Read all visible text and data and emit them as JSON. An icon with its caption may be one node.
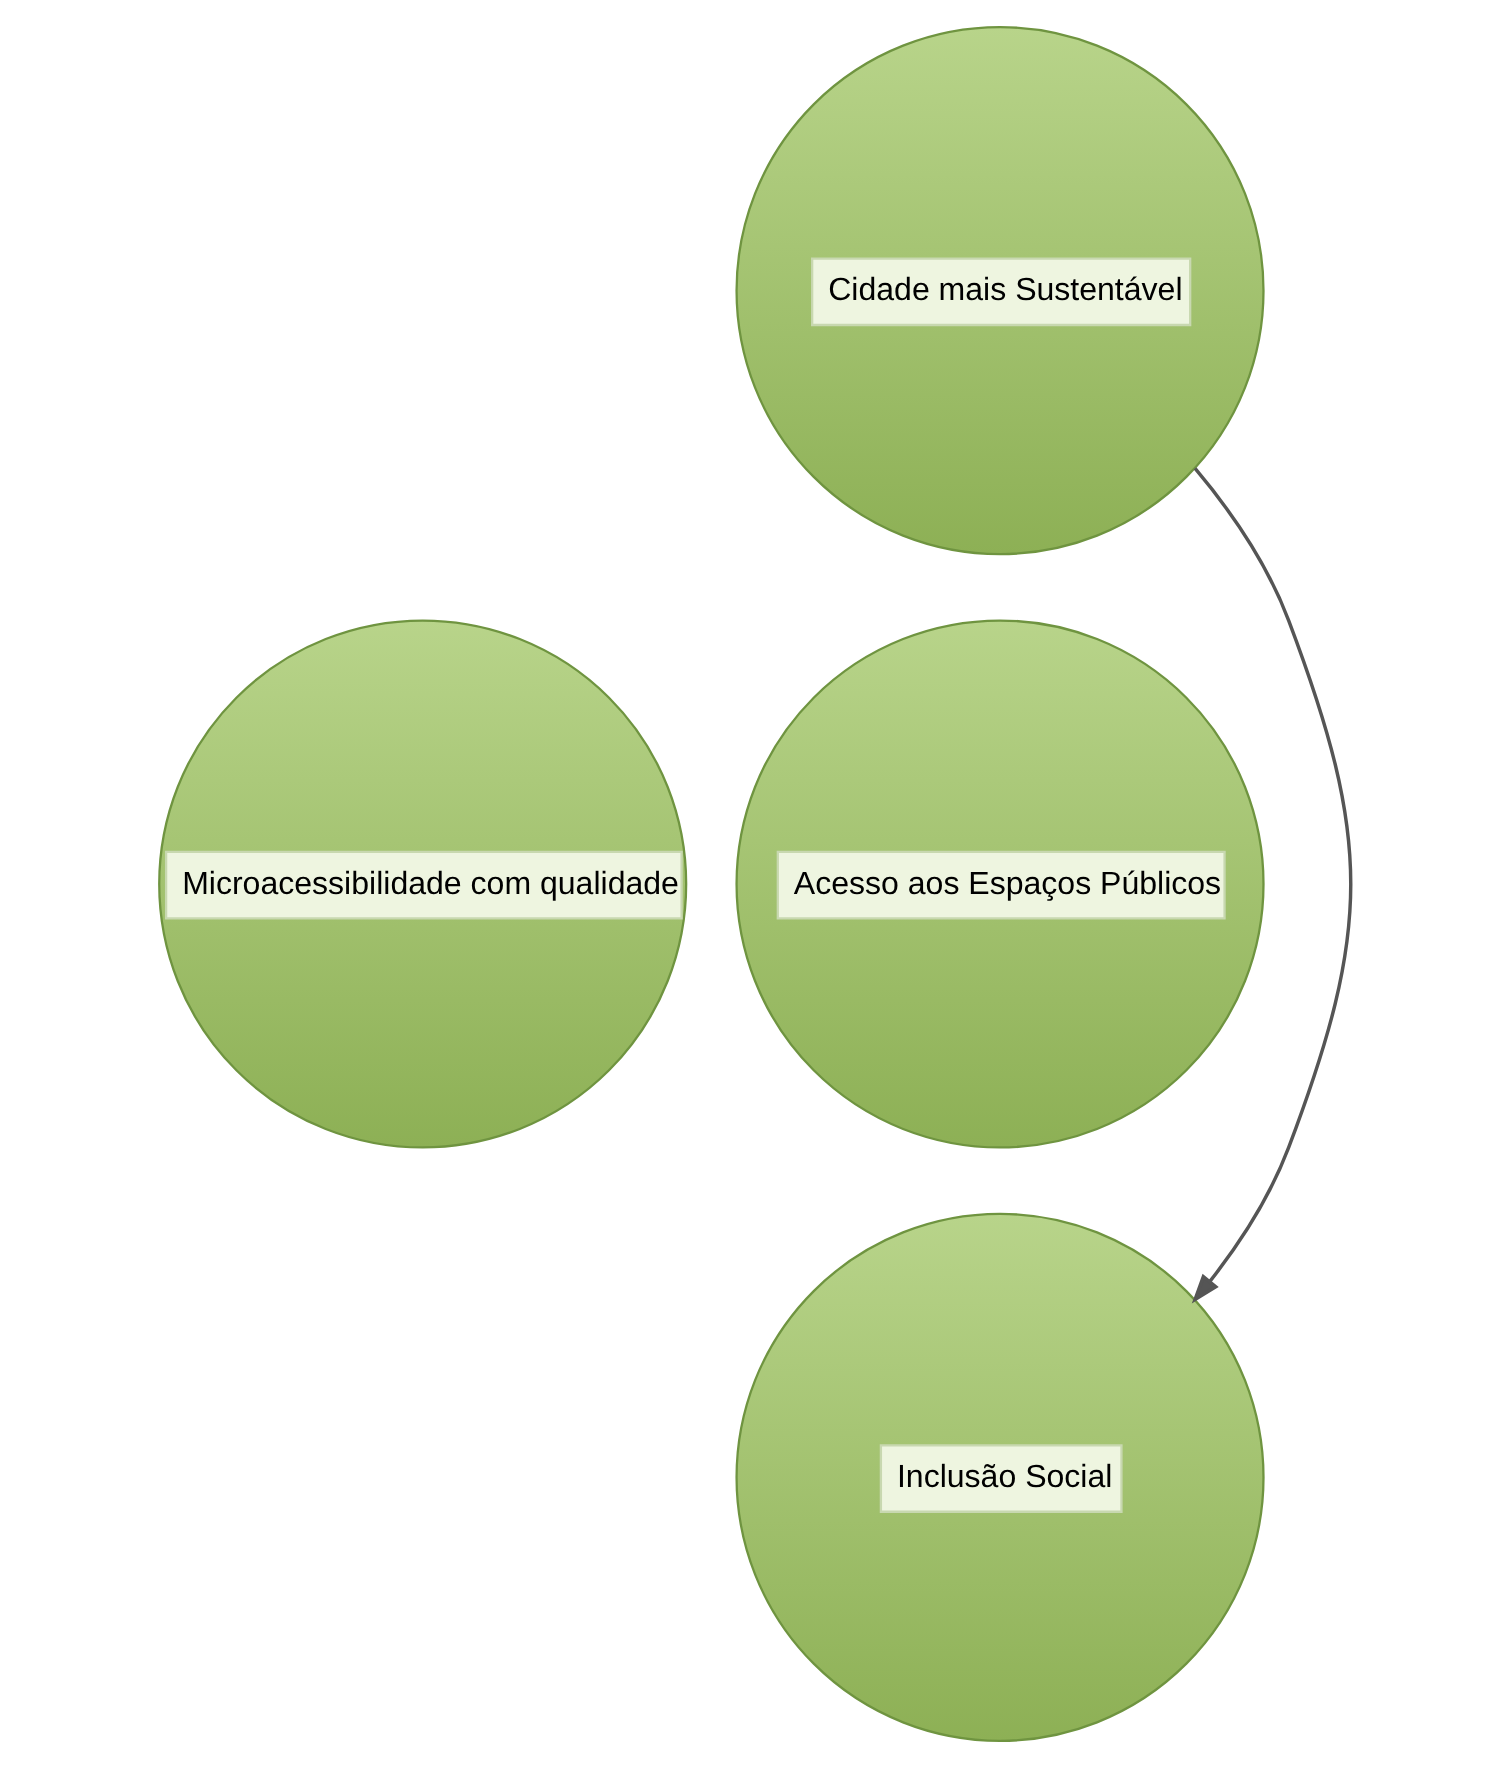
{
  "diagram": {
    "nodes": [
      {
        "text": [
          "Cidade mais Sustentável"
        ]
      },
      {
        "text": [
          "Microacessibilidade com qualidade"
        ]
      },
      {
        "text": [
          "Acesso aos Espaços Públicos"
        ]
      },
      {
        "text": [
          "Inclusão Social"
        ]
      }
    ],
    "edges": [
      {
        "from": 0,
        "to": 3,
        "arrow": "to"
      }
    ]
  }
}
